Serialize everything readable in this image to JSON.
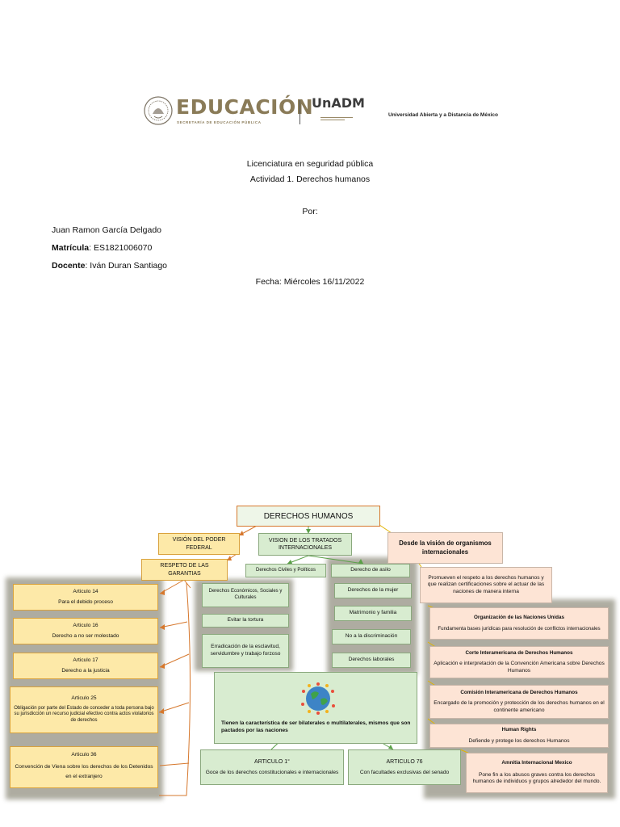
{
  "header": {
    "brand": "EDUCACIÓN",
    "brand_sub": "SECRETARÍA DE EDUCACIÓN PÚBLICA",
    "unadm": "UnADM",
    "university": "Universidad Abierta y a Distancia de México"
  },
  "doc": {
    "degree": "Licenciatura en seguridad pública",
    "activity": "Actividad 1. Derechos humanos",
    "by": "Por:",
    "student": "Juan Ramon García Delgado",
    "matricula_label": "Matrícula",
    "matricula": ": ES1821006070",
    "docente_label": "Docente",
    "docente": ": Iván Duran Santiago",
    "fecha": "Fecha: Miércoles  16/11/2022"
  },
  "diagram": {
    "title": "DERECHOS HUMANOS",
    "federal": "VISIÓN DEL PODER FEDERAL",
    "respeto": "RESPETO DE LAS GARANTIAS",
    "tratados": "VISION DE LOS TRATADOS INTERNACIONALES",
    "organismos": "Desde la visión de organismos internacionales",
    "articulos": [
      {
        "title": "Articulo 14",
        "text": "Para el debido proceso"
      },
      {
        "title": "Articulo 16",
        "text": "Derecho a no ser molestado"
      },
      {
        "title": "Articulo 17",
        "text": "Derecho a la justicia"
      },
      {
        "title": "Articulo 25",
        "text": "Obligación por parte del Estado de conceder a toda persona bajo su jurisdicción un recurso judicial efectivo contra actos violatorios de derechos"
      },
      {
        "title": "Articulo 36",
        "text": "Convención de Viena sobre los derechos de los Detenidos en el extranjero"
      }
    ],
    "civiles": "Derechos Civiles y Políticos",
    "economicos": "Derechos Económicos, Sociales y Culturales",
    "tortura": "Evitar la tortura",
    "esclavitud": "Erradicación de la esclavitud, servidumbre y trabajo forzoso",
    "asilo": "Derecho de asilo",
    "mujer": "Derechos de la mujer",
    "matrimonio": "Matrimonio y familia",
    "discriminacion": "No a la discriminación",
    "laborales": "Derechos laborales",
    "caracteristica": "Tienen la característica de ser bilaterales o multilaterales, mismos que son pactados por las naciones",
    "art1_title": "ARTICULO 1°",
    "art1_text": "Goce de los derechos constitucionales e internacionales",
    "art76_title": "ARTICULO 76",
    "art76_text": "Con facultades exclusivas del senado",
    "promueven": "Promueven el respeto a los derechos humanos y que realizan certificaciones sobre el actuar de las naciones de manera interna",
    "orgs": [
      {
        "title": "Organización de las Naciones Unidas",
        "text": "Fundamenta bases jurídicas para resolución de conflictos internacionales"
      },
      {
        "title": "Corte Interamericana de Derechos Humanos",
        "text": "Aplicación e interpretación de la Convención Americana sobre Derechos Humanos"
      },
      {
        "title": "Comisión Interamericana de Derechos Humanos",
        "text": "Encargado de la promoción y protección de los derechos humanos en el continente americano"
      },
      {
        "title": "Human Rights",
        "text": "Defiende y protege los derechos Humanos"
      },
      {
        "title": "Amnitia Internacional Mexico",
        "text": "Pone fin a los abusos graves contra los derechos humanos de individuos y grupos alrededor del mundo."
      }
    ]
  }
}
